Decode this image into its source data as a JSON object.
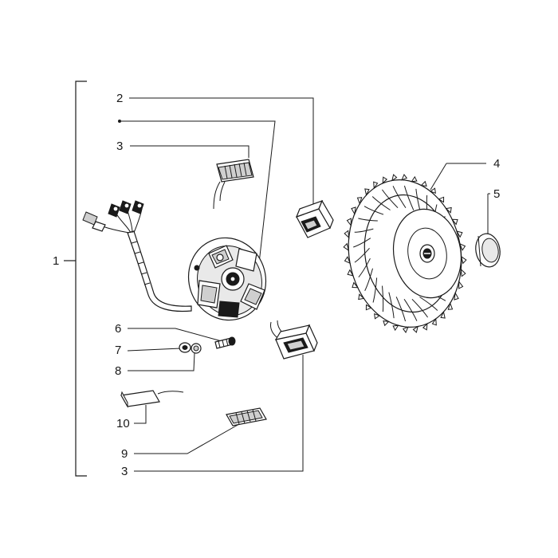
{
  "callouts": {
    "c1": "1",
    "c2": "2",
    "c3_top": "3",
    "c4": "4",
    "c5": "5",
    "c6": "6",
    "c7": "7",
    "c8": "8",
    "c9": "9",
    "c10": "10",
    "c3_bottom": "3"
  },
  "colors": {
    "ink": "#1a1a1a",
    "background": "#ffffff",
    "shade": "#cfcfcf"
  }
}
